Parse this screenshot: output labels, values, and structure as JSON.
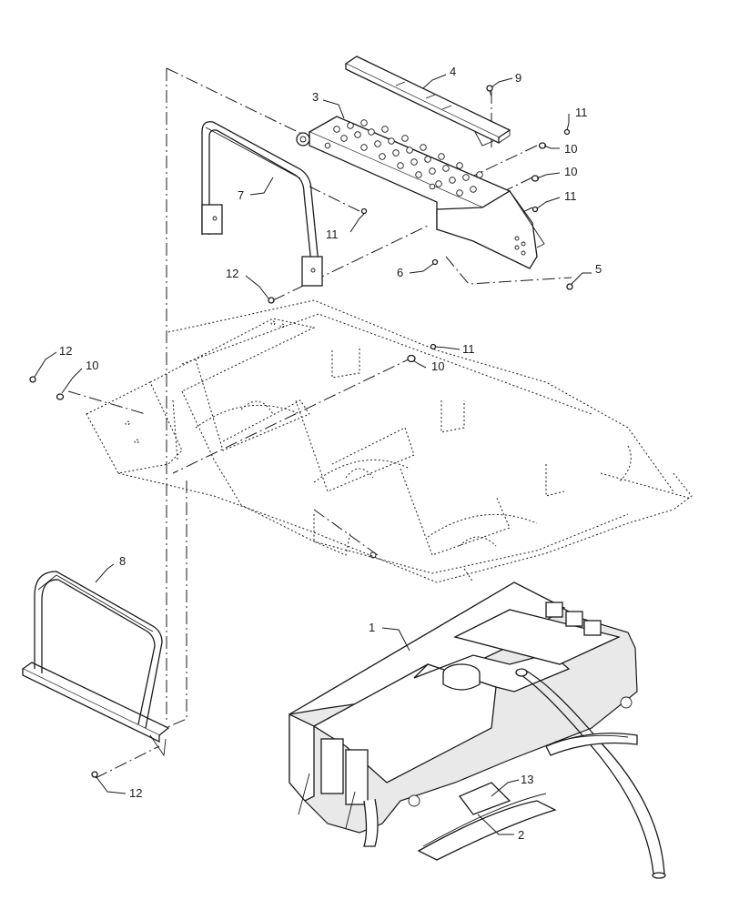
{
  "callouts": [
    {
      "id": "c1",
      "label": "1"
    },
    {
      "id": "c2",
      "label": "2"
    },
    {
      "id": "c3",
      "label": "3"
    },
    {
      "id": "c4",
      "label": "4"
    },
    {
      "id": "c5",
      "label": "5"
    },
    {
      "id": "c6",
      "label": "6"
    },
    {
      "id": "c7",
      "label": "7"
    },
    {
      "id": "c8",
      "label": "8"
    },
    {
      "id": "c9",
      "label": "9"
    },
    {
      "id": "c10a",
      "label": "10"
    },
    {
      "id": "c10b",
      "label": "10"
    },
    {
      "id": "c10c",
      "label": "10"
    },
    {
      "id": "c10d",
      "label": "10"
    },
    {
      "id": "c11a",
      "label": "11"
    },
    {
      "id": "c11b",
      "label": "11"
    },
    {
      "id": "c11c",
      "label": "11"
    },
    {
      "id": "c11d",
      "label": "11"
    },
    {
      "id": "c12a",
      "label": "12"
    },
    {
      "id": "c12b",
      "label": "12"
    },
    {
      "id": "c12c",
      "label": "12"
    },
    {
      "id": "c13",
      "label": "13"
    }
  ]
}
